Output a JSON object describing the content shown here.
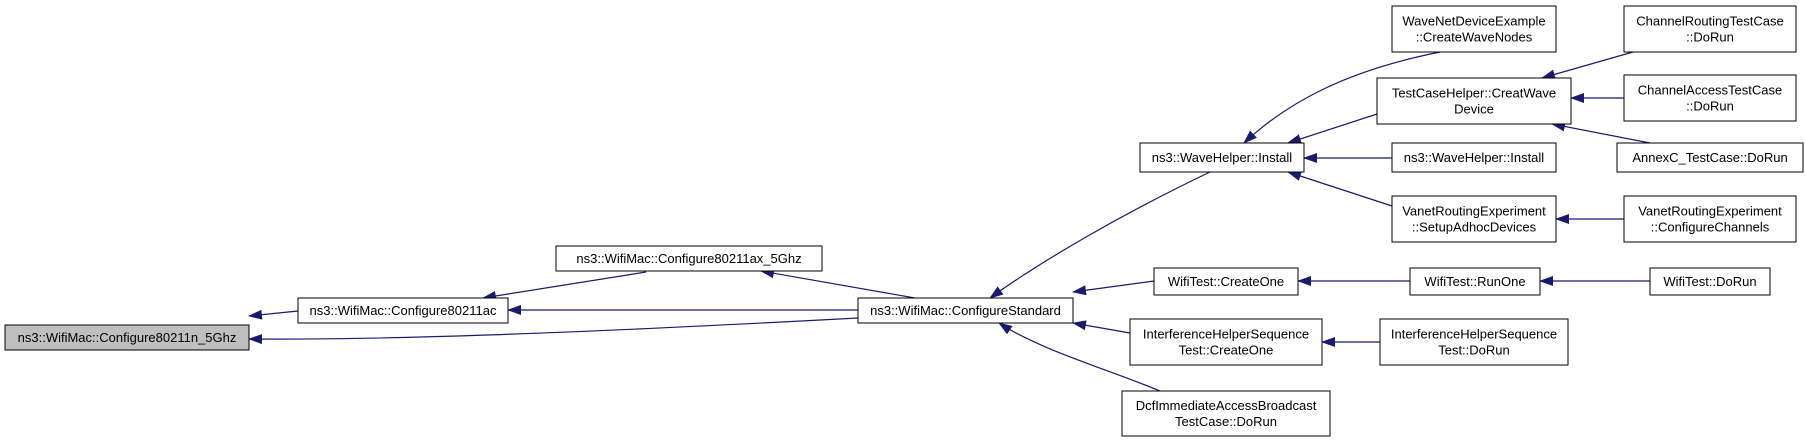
{
  "colors": {
    "node_border": "#000000",
    "node_fill": "#ffffff",
    "root_fill": "#bfbfbf",
    "edge": "#191970"
  },
  "nodes": [
    {
      "id": "root",
      "lines": [
        "ns3::WifiMac::Configure80211n_5Ghz"
      ],
      "highlighted": true
    },
    {
      "id": "ac",
      "lines": [
        "ns3::WifiMac::Configure80211ac"
      ]
    },
    {
      "id": "ax",
      "lines": [
        "ns3::WifiMac::Configure80211ax_5Ghz"
      ]
    },
    {
      "id": "std",
      "lines": [
        "ns3::WifiMac::ConfigureStandard"
      ]
    },
    {
      "id": "wh",
      "lines": [
        "ns3::WaveHelper::Install"
      ]
    },
    {
      "id": "wt_co",
      "lines": [
        "WifiTest::CreateOne"
      ]
    },
    {
      "id": "ihs_co",
      "lines": [
        "InterferenceHelperSequence",
        "Test::CreateOne"
      ]
    },
    {
      "id": "dcf",
      "lines": [
        "DcfImmediateAccessBroadcast",
        "TestCase::DoRun"
      ]
    },
    {
      "id": "wnde",
      "lines": [
        "WaveNetDeviceExample",
        "::CreateWaveNodes"
      ]
    },
    {
      "id": "tch",
      "lines": [
        "TestCaseHelper::CreatWave",
        "Device"
      ]
    },
    {
      "id": "wh2",
      "lines": [
        "ns3::WaveHelper::Install"
      ]
    },
    {
      "id": "vre_s",
      "lines": [
        "VanetRoutingExperiment",
        "::SetupAdhocDevices"
      ]
    },
    {
      "id": "wt_ro",
      "lines": [
        "WifiTest::RunOne"
      ]
    },
    {
      "id": "ihs_dr",
      "lines": [
        "InterferenceHelperSequence",
        "Test::DoRun"
      ]
    },
    {
      "id": "crt",
      "lines": [
        "ChannelRoutingTestCase",
        "::DoRun"
      ]
    },
    {
      "id": "cat",
      "lines": [
        "ChannelAccessTestCase",
        "::DoRun"
      ]
    },
    {
      "id": "annex",
      "lines": [
        "AnnexC_TestCase::DoRun"
      ]
    },
    {
      "id": "vre_c",
      "lines": [
        "VanetRoutingExperiment",
        "::ConfigureChannels"
      ]
    },
    {
      "id": "wt_dr",
      "lines": [
        "WifiTest::DoRun"
      ]
    }
  ],
  "edges": [
    {
      "from": "ac",
      "to": "root"
    },
    {
      "from": "std",
      "to": "root"
    },
    {
      "from": "ax",
      "to": "ac"
    },
    {
      "from": "std",
      "to": "ac"
    },
    {
      "from": "std",
      "to": "ax"
    },
    {
      "from": "wh",
      "to": "std"
    },
    {
      "from": "wt_co",
      "to": "std"
    },
    {
      "from": "ihs_co",
      "to": "std"
    },
    {
      "from": "dcf",
      "to": "std"
    },
    {
      "from": "wnde",
      "to": "wh"
    },
    {
      "from": "tch",
      "to": "wh"
    },
    {
      "from": "wh2",
      "to": "wh"
    },
    {
      "from": "vre_s",
      "to": "wh"
    },
    {
      "from": "crt",
      "to": "tch"
    },
    {
      "from": "cat",
      "to": "tch"
    },
    {
      "from": "annex",
      "to": "tch"
    },
    {
      "from": "vre_c",
      "to": "vre_s"
    },
    {
      "from": "wt_ro",
      "to": "wt_co"
    },
    {
      "from": "wt_dr",
      "to": "wt_ro"
    },
    {
      "from": "ihs_dr",
      "to": "ihs_co"
    }
  ]
}
